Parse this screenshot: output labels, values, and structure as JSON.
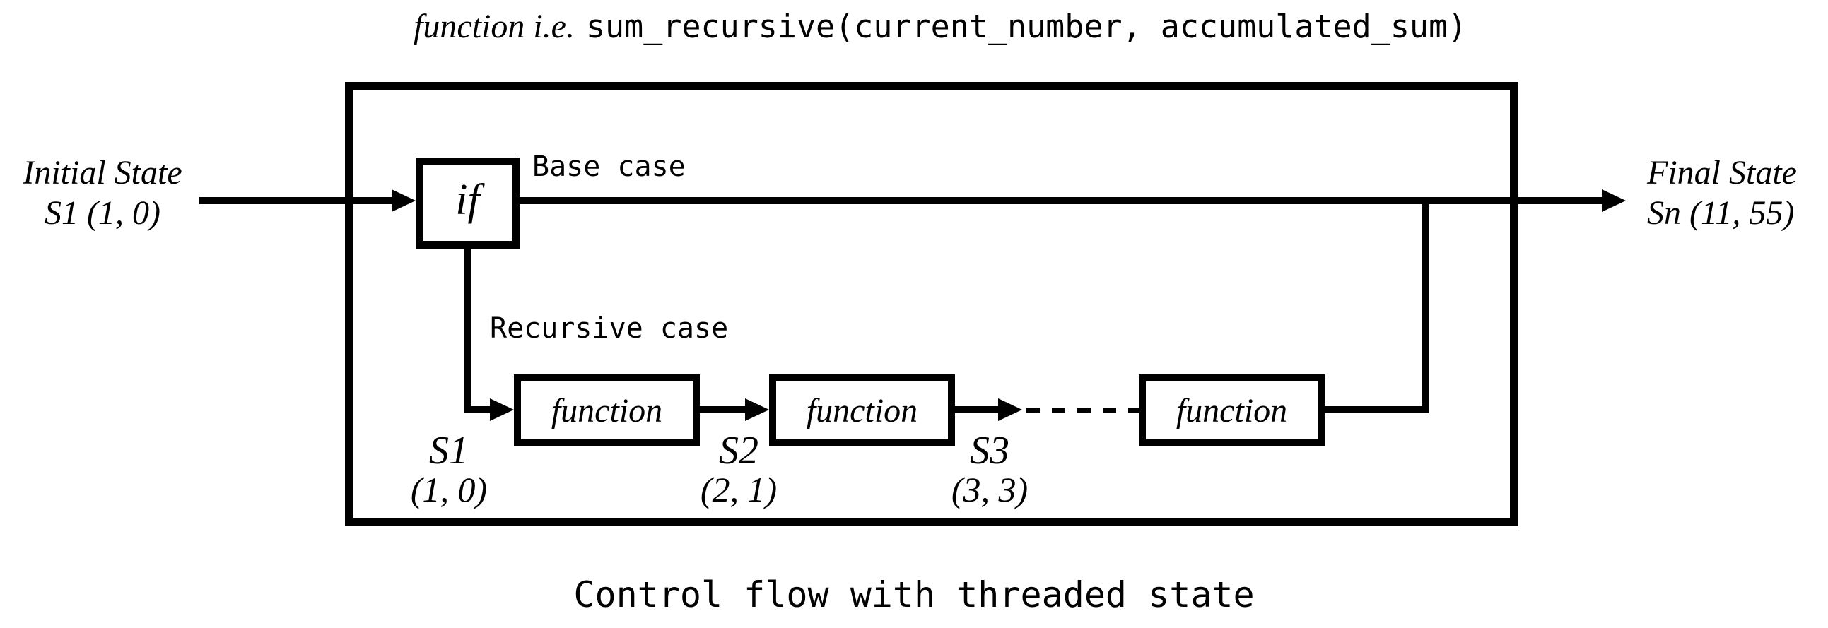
{
  "colors": {
    "ink": "#000000",
    "background": "#ffffff"
  },
  "title": {
    "prefix": "function i.e.",
    "code": "sum_recursive(current_number, accumulated_sum)"
  },
  "diagram": {
    "initial_state": {
      "line1": "Initial State",
      "line2": "S1 (1, 0)"
    },
    "final_state": {
      "line1": "Final State",
      "line2": "Sn (11, 55)"
    },
    "if_label": "if",
    "base_case_label": "Base case",
    "recursive_case_label": "Recursive case",
    "function_boxes": [
      {
        "label": "function"
      },
      {
        "label": "function"
      },
      {
        "label": "function"
      }
    ],
    "stages": [
      {
        "label": "S1",
        "state": "(1, 0)"
      },
      {
        "label": "S2",
        "state": "(2, 1)"
      },
      {
        "label": "S3",
        "state": "(3, 3)"
      }
    ]
  },
  "caption": "Control flow with threaded state"
}
